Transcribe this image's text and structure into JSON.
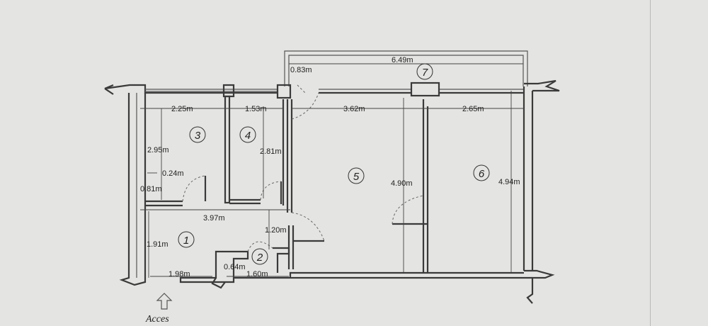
{
  "plan": {
    "rooms": [
      {
        "id": "room-1",
        "label": "1"
      },
      {
        "id": "room-2",
        "label": "2"
      },
      {
        "id": "room-3",
        "label": "3"
      },
      {
        "id": "room-4",
        "label": "4"
      },
      {
        "id": "room-5",
        "label": "5"
      },
      {
        "id": "room-6",
        "label": "6"
      },
      {
        "id": "room-7",
        "label": "7"
      }
    ],
    "dimensions": {
      "d_649": "6.49m",
      "d_083": "0.83m",
      "d_225": "2.25m",
      "d_153": "1.53m",
      "d_362": "3.62m",
      "d_265": "2.65m",
      "d_295": "2.95m",
      "d_281": "2.81m",
      "d_024": "0.24m",
      "d_081": "0.81m",
      "d_397": "3.97m",
      "d_490": "4.90m",
      "d_494": "4.94m",
      "d_120": "1.20m",
      "d_191": "1.91m",
      "d_064": "0.64m",
      "d_198": "1.98m",
      "d_160": "1.60m"
    },
    "entrance_label": "Acces"
  }
}
